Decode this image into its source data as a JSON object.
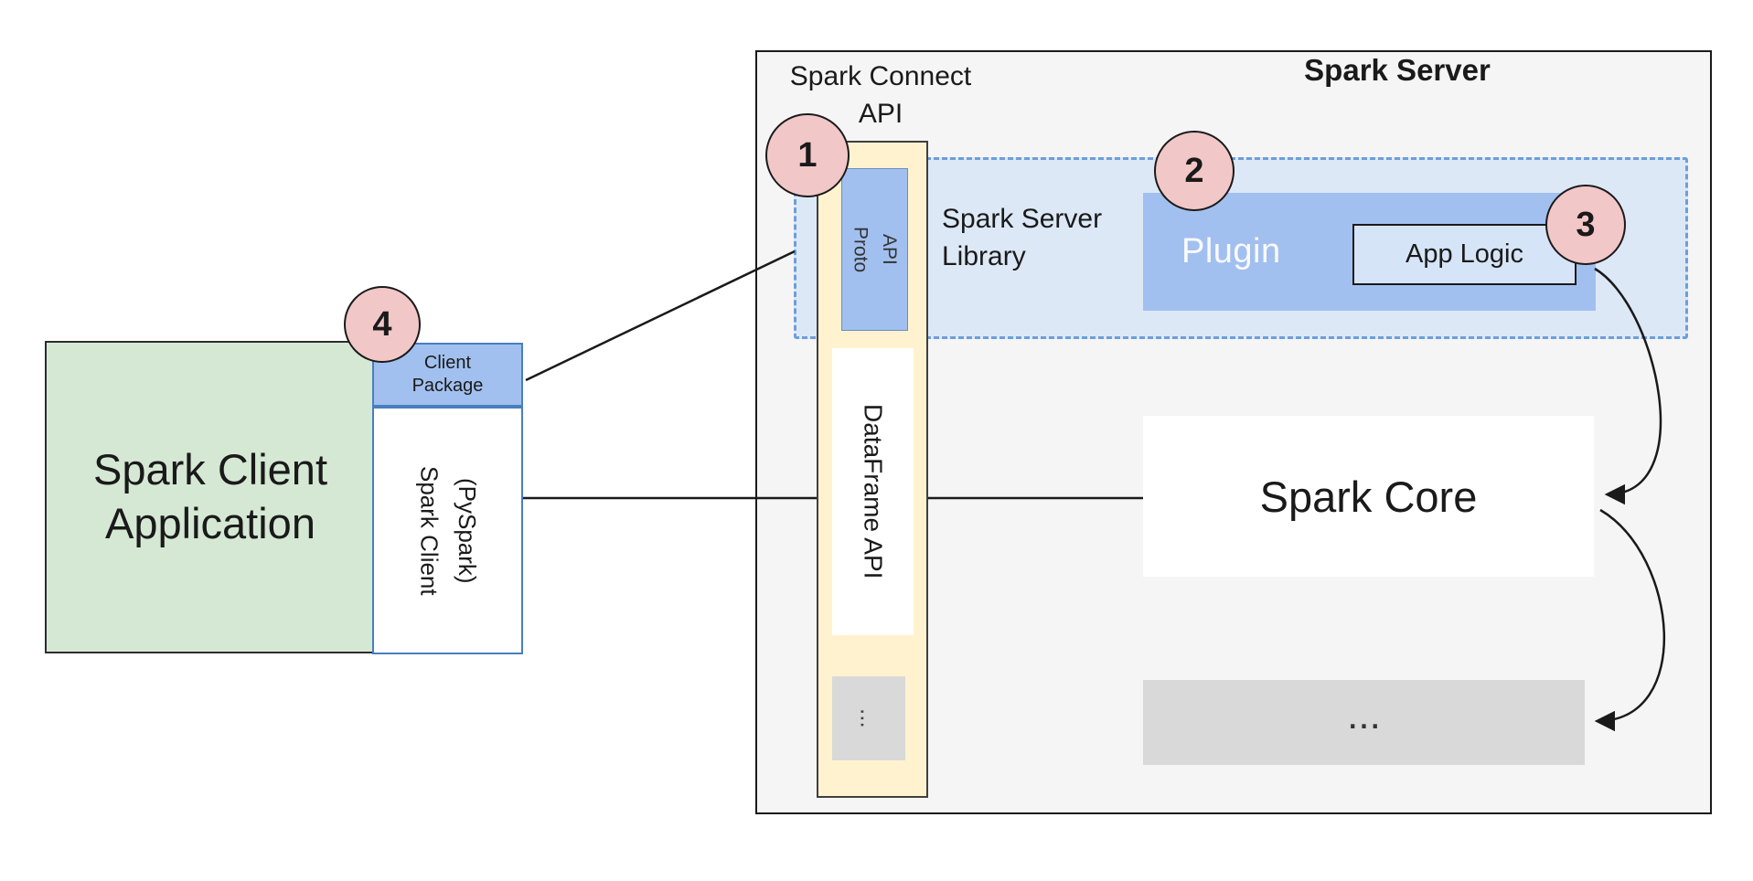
{
  "client": {
    "app_label": "Spark Client\nApplication",
    "package_label": "Client\nPackage",
    "client_label": "Spark Client\n(PySpark)"
  },
  "server": {
    "title": "Spark Server",
    "connect_api_label": "Spark Connect\nAPI",
    "proto_api_label": "Proto\nAPI",
    "dataframe_api_label": "DataFrame API",
    "column_more_label": "...",
    "library_label": "Spark Server\nLibrary",
    "plugin_label": "Plugin",
    "app_logic_label": "App Logic",
    "core_label": "Spark Core",
    "more_label": "..."
  },
  "badges": {
    "b1": "1",
    "b2": "2",
    "b3": "3",
    "b4": "4"
  },
  "colors": {
    "client_green": "#d5e8d4",
    "accent_blue": "#a2c0ef",
    "panel_cream": "#fff3cf",
    "panel_lightblue": "#dde8f7",
    "badge_pink": "#f2c7c7",
    "neutral_gray": "#d9d9d9",
    "server_bg": "#f5f5f5",
    "dashed_border": "#6d9eda",
    "line": "#1a1a1a"
  }
}
